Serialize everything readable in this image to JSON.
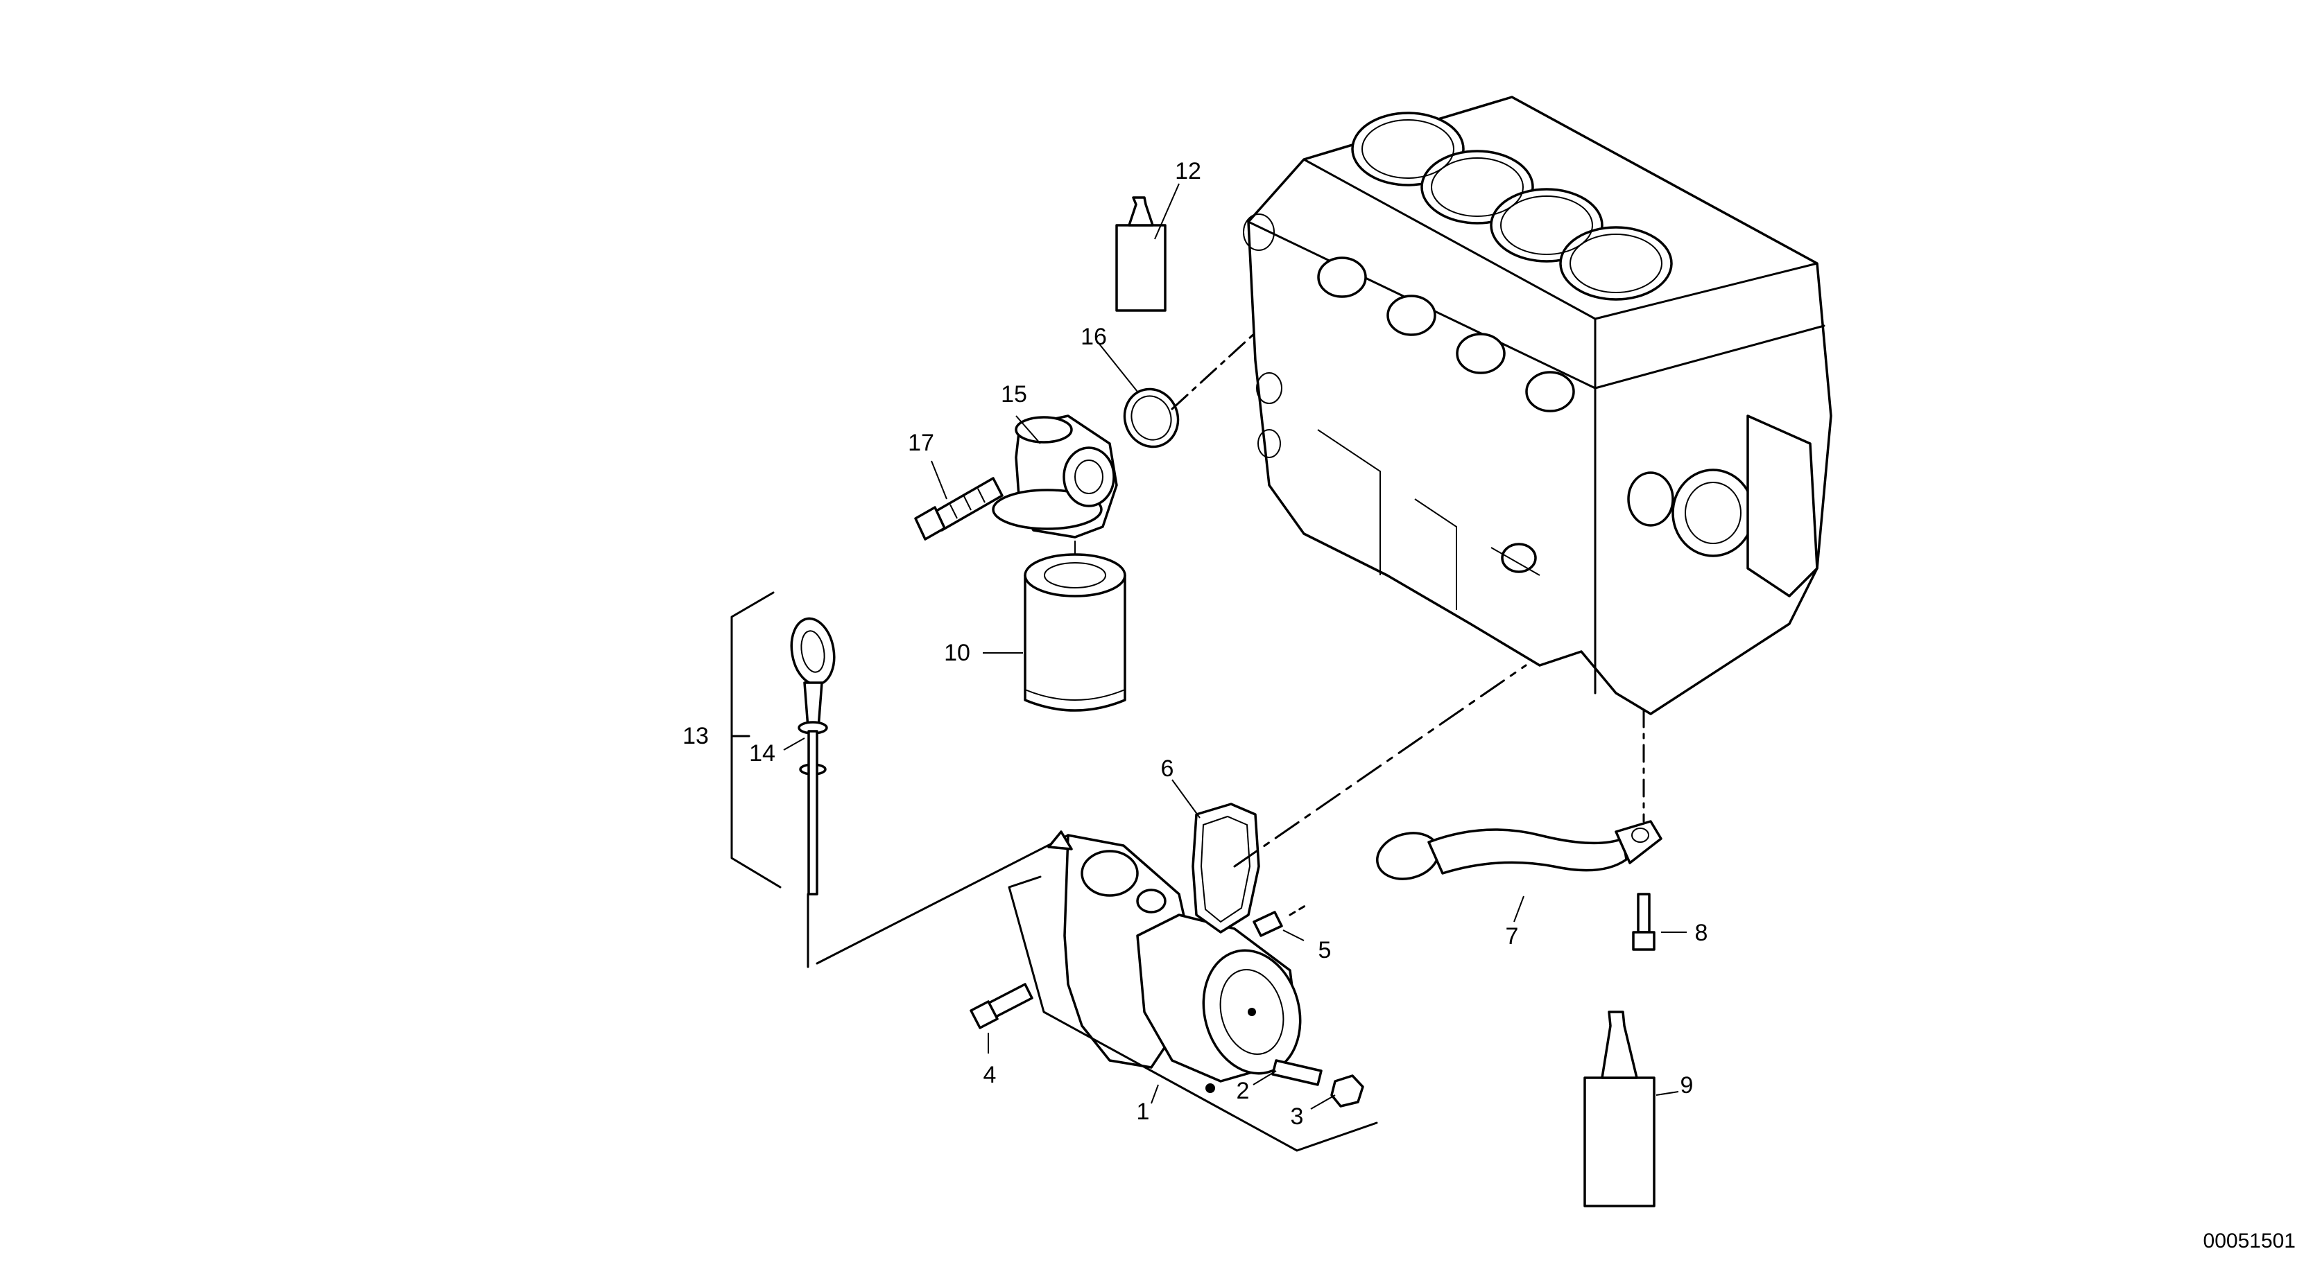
{
  "diagram": {
    "callouts": [
      {
        "key": "1",
        "text": "1"
      },
      {
        "key": "2",
        "text": "2"
      },
      {
        "key": "3",
        "text": "3"
      },
      {
        "key": "4",
        "text": "4"
      },
      {
        "key": "5",
        "text": "5"
      },
      {
        "key": "6",
        "text": "6"
      },
      {
        "key": "7",
        "text": "7"
      },
      {
        "key": "8",
        "text": "8"
      },
      {
        "key": "9",
        "text": "9"
      },
      {
        "key": "10",
        "text": "10"
      },
      {
        "key": "12",
        "text": "12"
      },
      {
        "key": "13",
        "text": "13"
      },
      {
        "key": "14",
        "text": "14"
      },
      {
        "key": "15",
        "text": "15"
      },
      {
        "key": "16",
        "text": "16"
      },
      {
        "key": "17",
        "text": "17"
      }
    ],
    "drawing_code": "00051501"
  }
}
